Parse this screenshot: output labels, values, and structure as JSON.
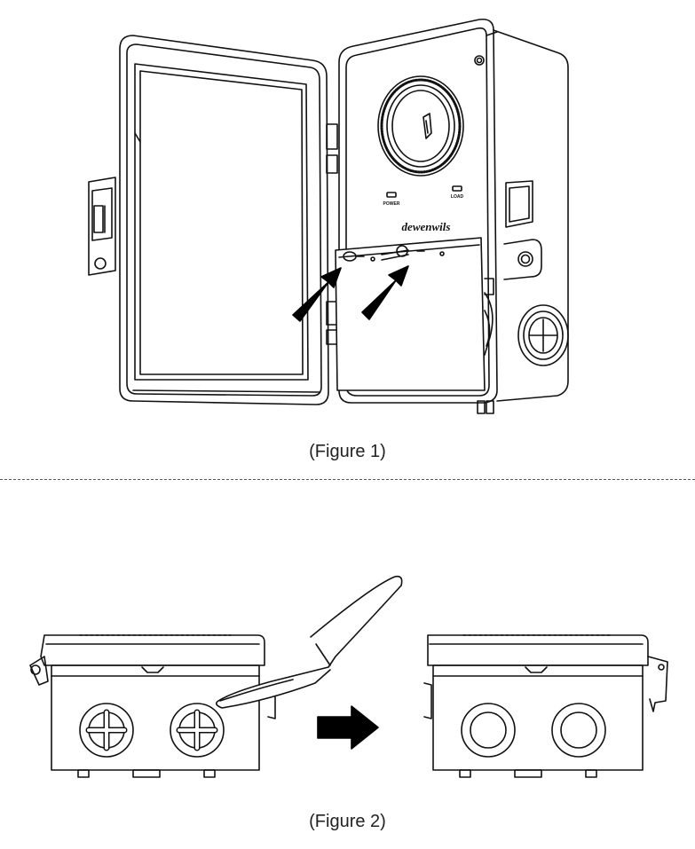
{
  "figures": [
    {
      "caption": "(Figure 1)"
    },
    {
      "caption": "(Figure 2)"
    }
  ],
  "device": {
    "brand": "dewenwils",
    "indicator_power": "POWER",
    "indicator_load": "LOAD"
  },
  "colors": {
    "line": "#111111",
    "background": "#ffffff",
    "arrow": "#000000"
  },
  "icons": [
    "arrow-icon",
    "screw-icon",
    "knife-icon",
    "knockout-icon"
  ]
}
